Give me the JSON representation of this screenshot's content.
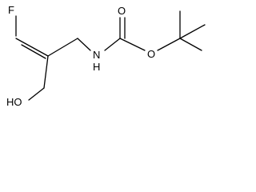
{
  "molecule": {
    "atoms": {
      "fluorine": "F",
      "amine": "N",
      "amine_h": "H",
      "carbonyl_oxygen": "O",
      "ester_oxygen": "O",
      "hydroxyl": "HO"
    }
  }
}
